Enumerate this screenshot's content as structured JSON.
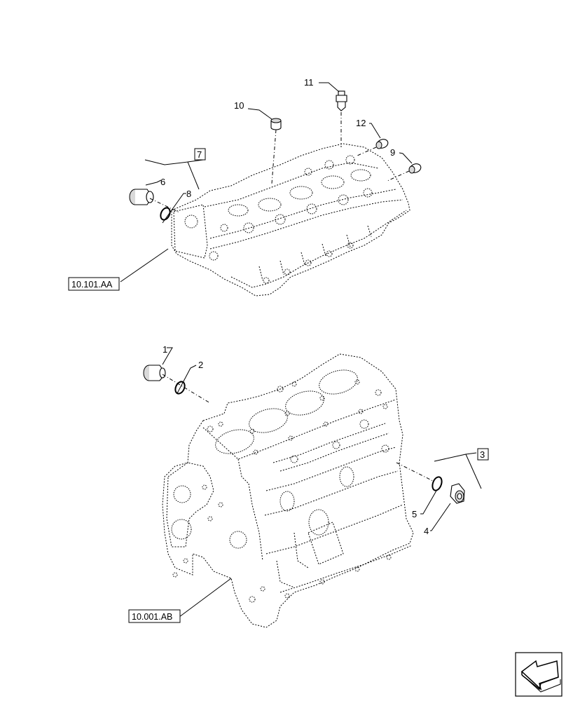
{
  "callouts": {
    "c1": "1",
    "c2": "2",
    "c3": "3",
    "c4": "4",
    "c5": "5",
    "c6": "6",
    "c7": "7",
    "c8": "8",
    "c9": "9",
    "c10": "10",
    "c11": "11",
    "c12": "12"
  },
  "references": {
    "cylinder_head": "10.101.AA",
    "engine_block": "10.001.AB"
  },
  "icons": {
    "navigation": "arrow-back-icon"
  }
}
